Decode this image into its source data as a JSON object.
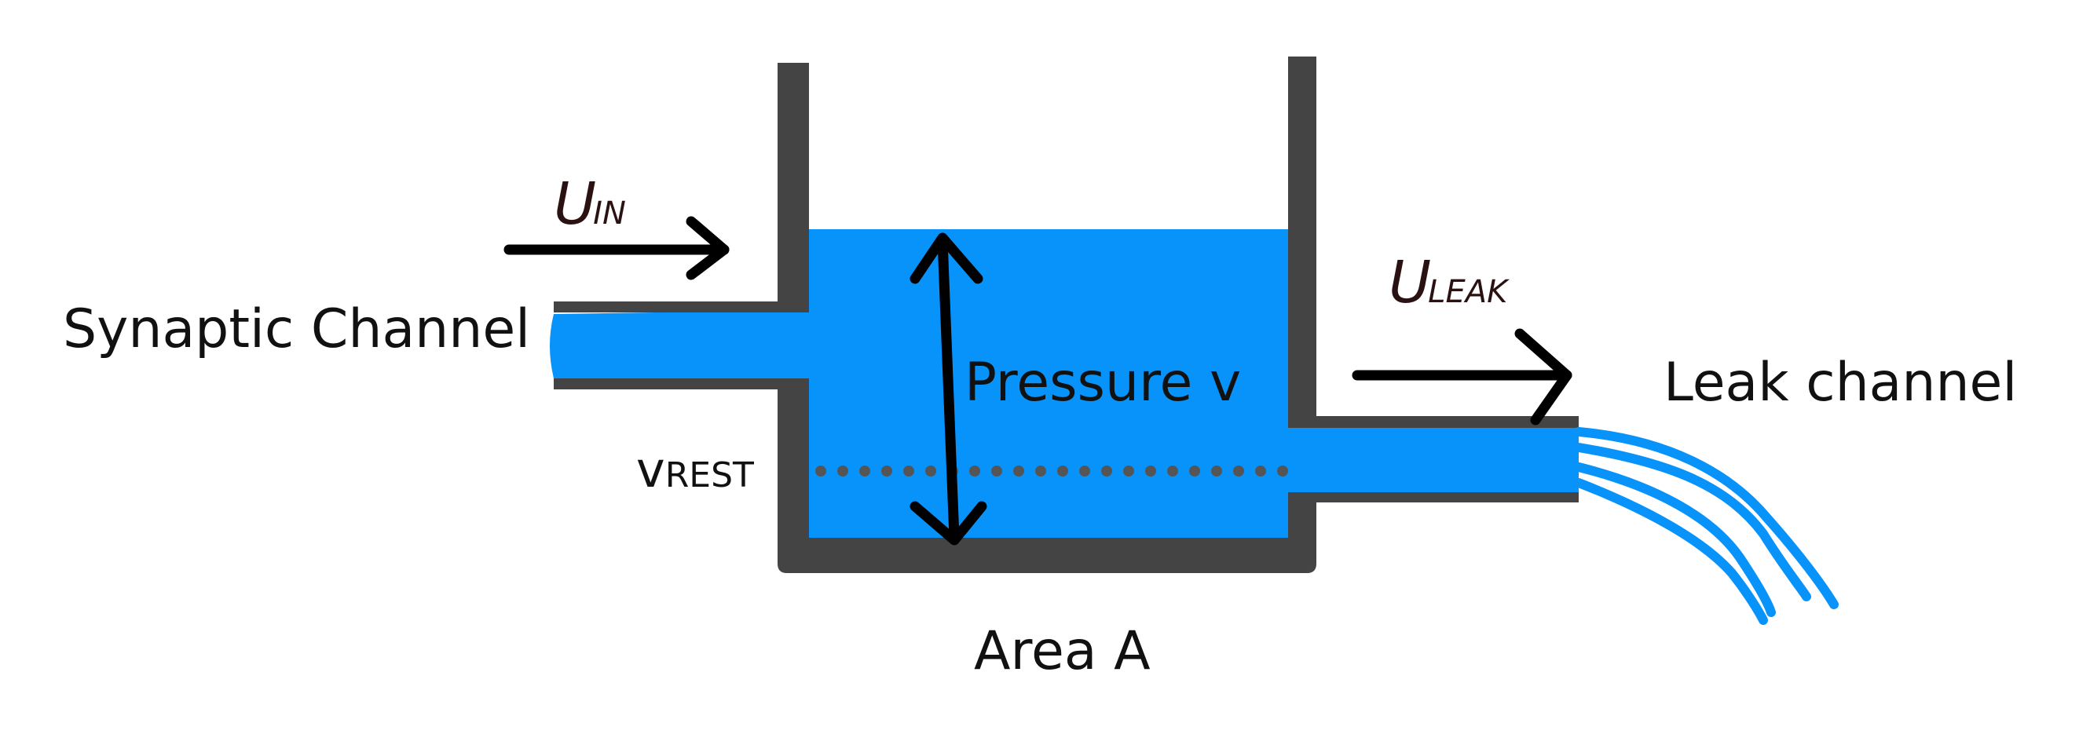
{
  "labels": {
    "synaptic_channel": "Synaptic Channel",
    "u_in_main": "U",
    "u_in_sub": "IN",
    "u_leak_main": "U",
    "u_leak_sub": "LEAK",
    "pressure": "Pressure v",
    "v_rest_main": "v",
    "v_rest_sub": "REST",
    "leak_channel": "Leak channel",
    "area": "Area A"
  },
  "colors": {
    "water": "#0893fb",
    "wall": "#444444",
    "arrow": "#000000",
    "text": "#111111",
    "italic_text": "#2a1212"
  }
}
